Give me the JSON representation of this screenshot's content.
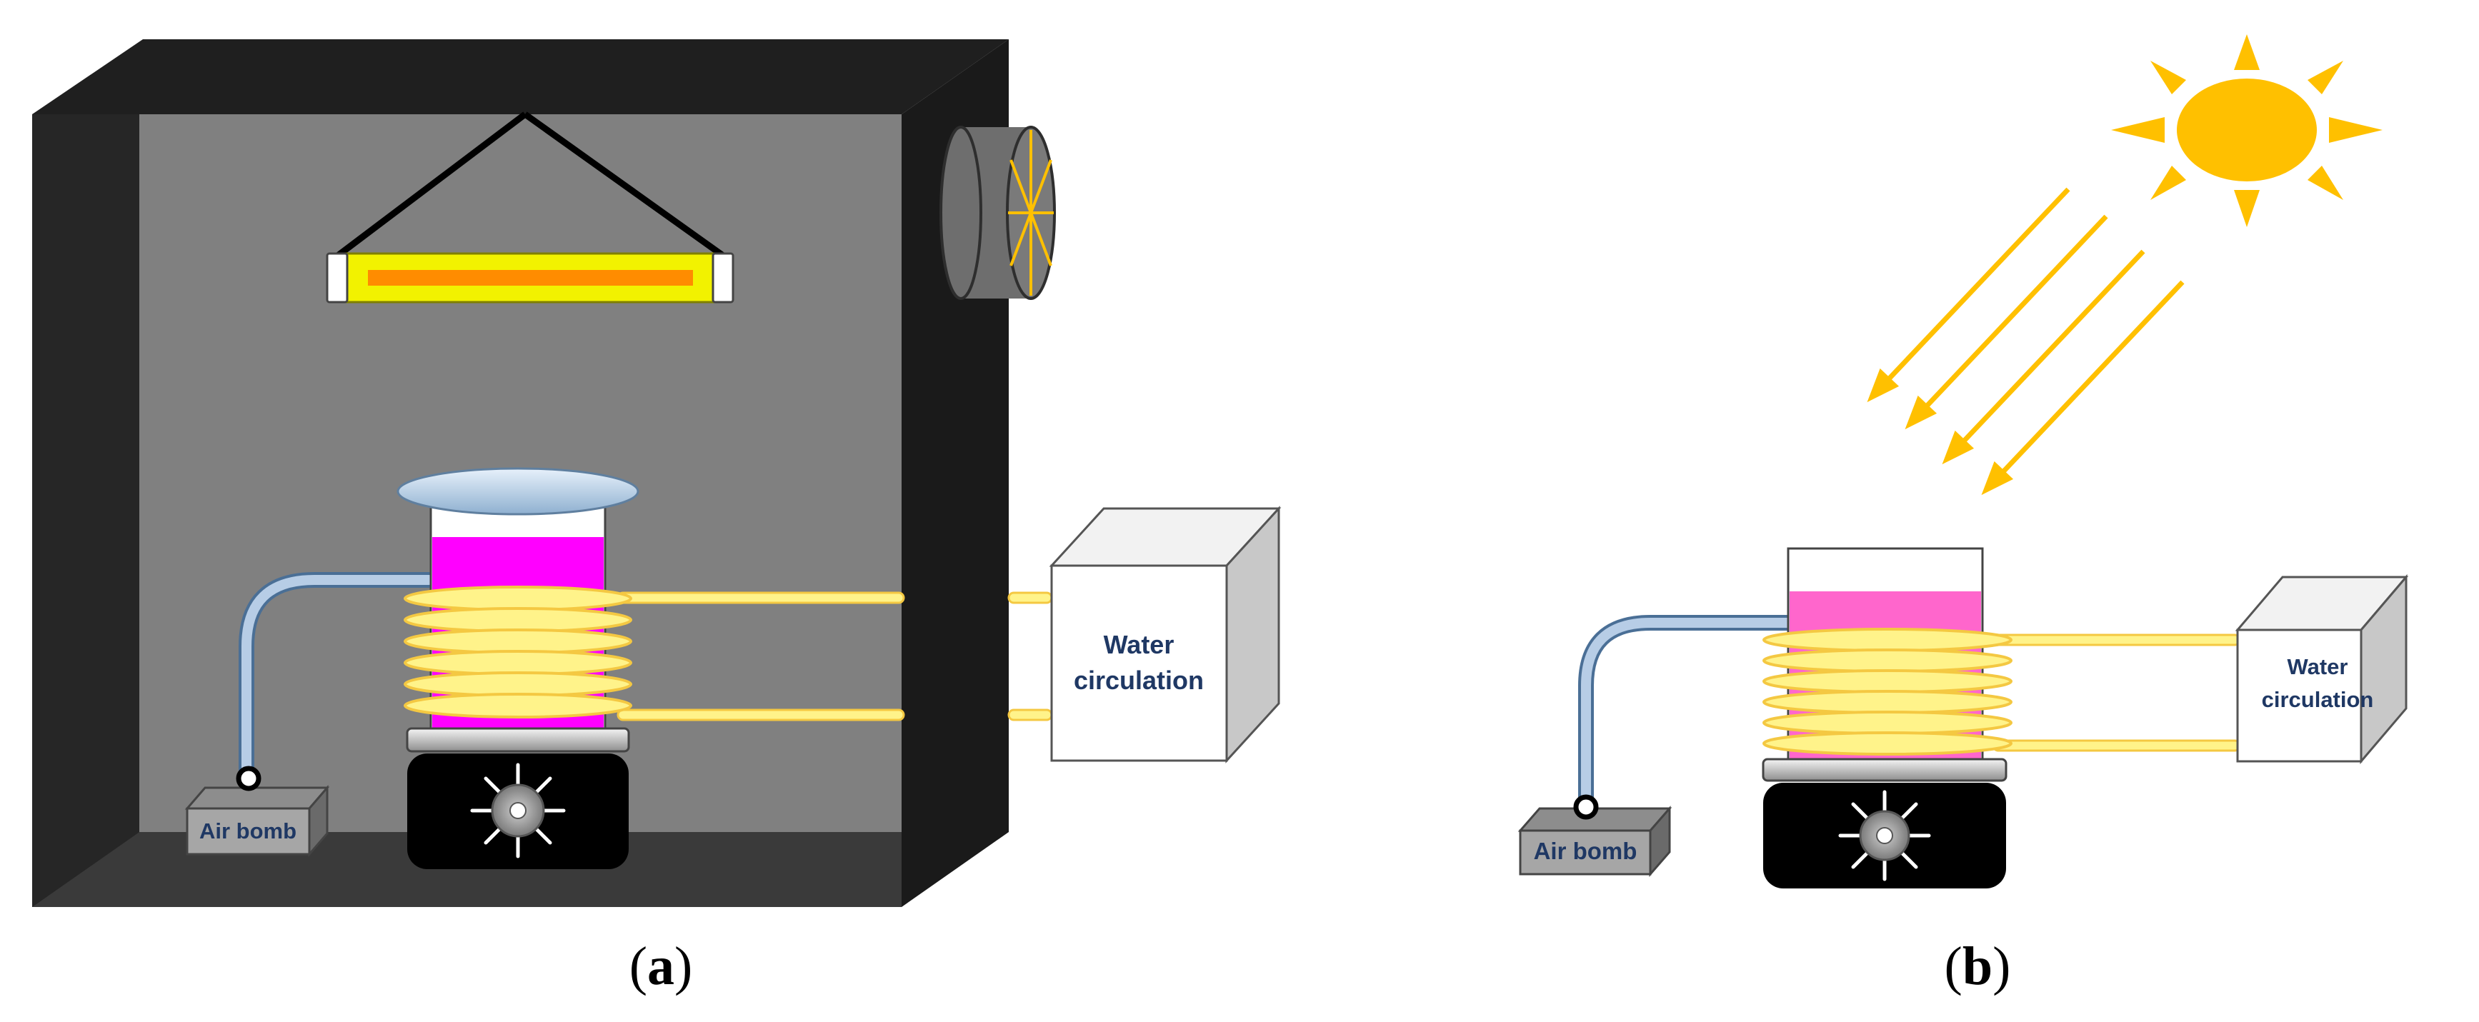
{
  "panels": [
    {
      "id": "a",
      "label": "a",
      "labels": {
        "air_pump": "Air bomb",
        "water_line1": "Water",
        "water_line2": "circulation"
      }
    },
    {
      "id": "b",
      "label": "b",
      "labels": {
        "air_pump": "Air bomb",
        "water_line1": "Water",
        "water_line2": "circulation"
      }
    }
  ],
  "colors": {
    "chamber_outer": "#262626",
    "chamber_inner": "#808080",
    "chamber_rim": "#3a3a3a",
    "lamp_tube": "#f2f200",
    "lamp_filament": "#ff8c00",
    "solution_a": "#ff00ff",
    "solution_b": "#ff66cc",
    "coil": "#fff38a",
    "coil_edge": "#f4c842",
    "air_tube": "#b7cde6",
    "air_tube_edge": "#4a6f96",
    "sun": "#ffc000",
    "sun_ray": "#ffc000",
    "stirrer_base": "#000000",
    "text_blue": "#1f3864"
  }
}
